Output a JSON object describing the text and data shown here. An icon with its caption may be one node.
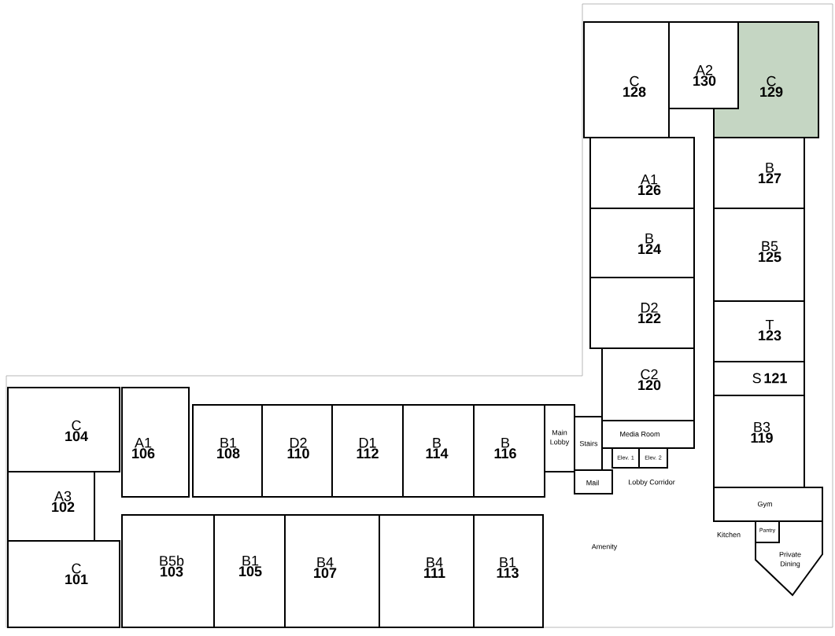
{
  "diagram": {
    "nodes": [
      {
        "text": [
          "C",
          "128"
        ]
      },
      {
        "text": [
          "A2",
          "130"
        ]
      },
      {
        "text": [
          "C",
          "129"
        ]
      },
      {
        "text": [
          "A1",
          "126"
        ]
      },
      {
        "text": [
          "B",
          "127"
        ]
      },
      {
        "text": [
          "B",
          "124"
        ]
      },
      {
        "text": [
          "B5",
          "125"
        ]
      },
      {
        "text": [
          "D2",
          "122"
        ]
      },
      {
        "text": [
          "T",
          "123"
        ]
      },
      {
        "text": [
          "C2",
          "120"
        ]
      },
      {
        "text": [
          "S",
          "121"
        ]
      },
      {
        "text": [
          "C",
          "104"
        ]
      },
      {
        "text": [
          "A1",
          "106"
        ]
      },
      {
        "text": [
          "B1",
          "108"
        ]
      },
      {
        "text": [
          "D2",
          "110"
        ]
      },
      {
        "text": [
          "D1",
          "112"
        ]
      },
      {
        "text": [
          "B",
          "114"
        ]
      },
      {
        "text": [
          "B",
          "116"
        ]
      },
      {
        "text": [
          "Main Lobby"
        ]
      },
      {
        "text": [
          "Stairs"
        ]
      },
      {
        "text": [
          "Media Room"
        ]
      },
      {
        "text": [
          "B3",
          "119"
        ]
      },
      {
        "text": [
          "Elev. 1"
        ]
      },
      {
        "text": [
          "Elev. 2"
        ]
      },
      {
        "text": [
          "Mail"
        ]
      },
      {
        "text": [
          "A3",
          "102"
        ]
      },
      {
        "text": [
          "Gym"
        ]
      },
      {
        "text": [
          "Pantry"
        ]
      },
      {
        "text": [
          "Private Dining"
        ]
      },
      {
        "text": [
          "C",
          "101"
        ]
      },
      {
        "text": [
          "B5b",
          "103"
        ]
      },
      {
        "text": [
          "B1",
          "105"
        ]
      },
      {
        "text": [
          "B4",
          "107"
        ]
      },
      {
        "text": [
          "B4",
          "111"
        ]
      },
      {
        "text": [
          "B1",
          "113"
        ]
      }
    ],
    "labels": [
      "Lobby Corridor",
      "Amenity",
      "Kitchen"
    ]
  }
}
